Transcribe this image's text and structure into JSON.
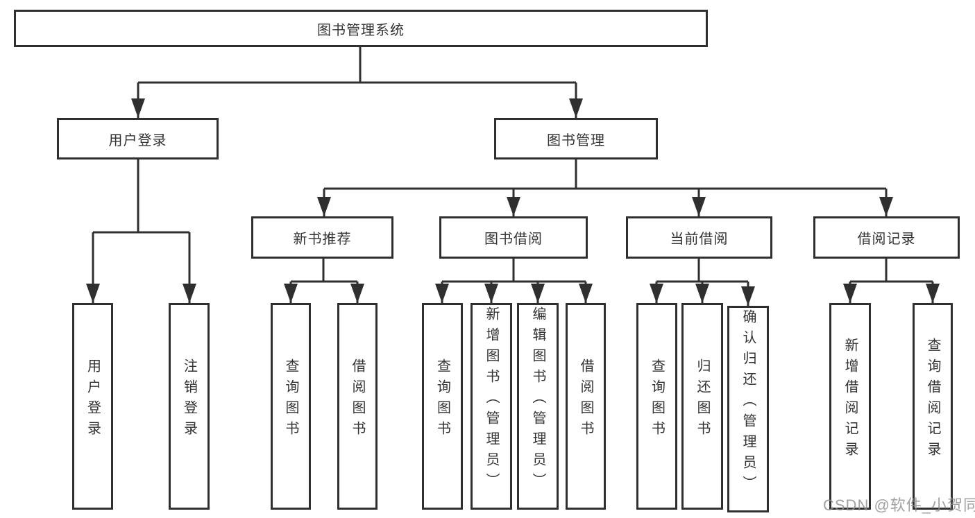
{
  "diagram": {
    "nodes": {
      "root": "图书管理系统",
      "user_login_branch": "用户登录",
      "book_management_branch": "图书管理",
      "new_book_recommend": "新书推荐",
      "book_borrowing": "图书借阅",
      "current_borrowing": "当前借阅",
      "borrowing_records": "借阅记录",
      "user_login": "用户登录",
      "logout": "注销登录",
      "recommend_query_books": "查询图书",
      "recommend_borrow_books": "借阅图书",
      "borrow_query_books": "查询图书",
      "borrow_add_books": "新增图书（管理员）",
      "borrow_edit_books": "编辑图书（管理员）",
      "borrow_borrow_books": "借阅图书",
      "current_query_books": "查询图书",
      "current_return_books": "归还图书",
      "current_confirm_return": "确认归还（管理员）",
      "records_add_record": "新增借阅记录",
      "records_query_record": "查询借阅记录"
    },
    "watermark": "CSDN @软件_小贺同学",
    "colors": {
      "line": "#2f2f2f",
      "box_border": "#2f2f2f",
      "text": "#333333",
      "watermark": "#8c8c8c",
      "background": "#ffffff"
    }
  }
}
